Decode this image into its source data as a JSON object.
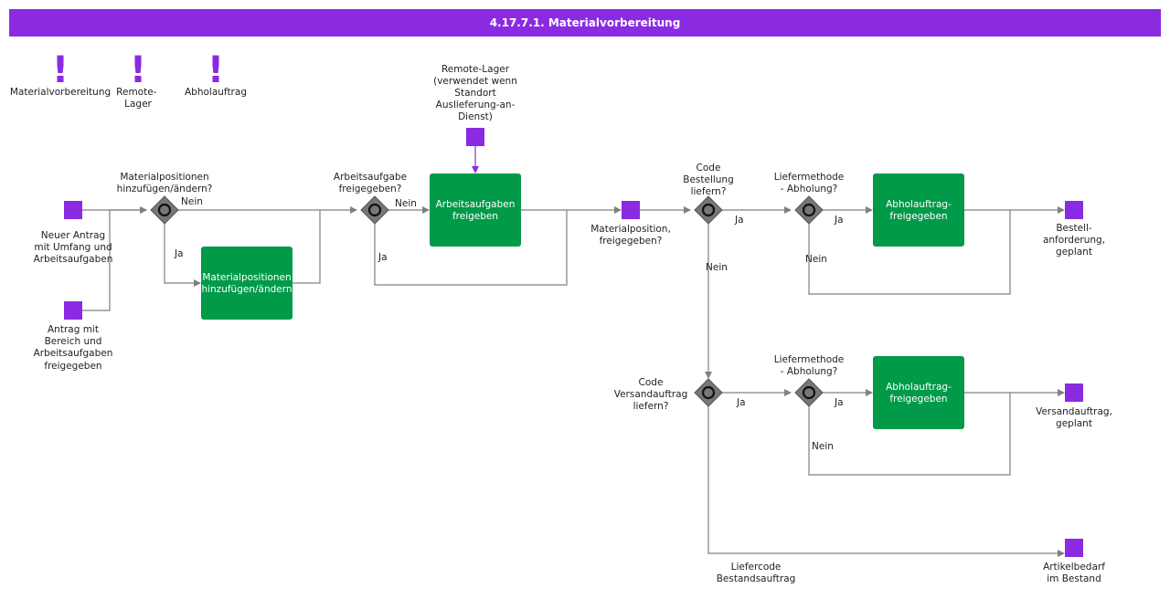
{
  "title": "4.17.7.1. Materialvorbereitung",
  "colors": {
    "accent": "#8a2be2",
    "task": "#009a49",
    "gateway": "#777777",
    "line": "#808080"
  },
  "legend": [
    {
      "icon": "exclamation-icon",
      "lines": [
        "Materialvorbereitung"
      ]
    },
    {
      "icon": "exclamation-icon",
      "lines": [
        "Remote-",
        "Lager"
      ]
    },
    {
      "icon": "exclamation-icon",
      "lines": [
        "Abholauftrag"
      ]
    }
  ],
  "events": {
    "start1": [
      "Neuer Antrag",
      "mit Umfang und",
      "Arbeitsaufgaben"
    ],
    "start2": [
      "Antrag mit",
      "Bereich und",
      "Arbeitsaufgaben",
      "freigegeben"
    ],
    "remote": [
      "Remote-Lager",
      "(verwendet wenn",
      "Standort",
      "Auslieferung-an-",
      "Dienst)"
    ],
    "matpos": [
      "Materialposition,",
      "freigegeben?"
    ],
    "end1": [
      "Bestell-",
      "anforderung,",
      "geplant"
    ],
    "end2": [
      "Versandauftrag,",
      "geplant"
    ],
    "end3": [
      "Artikelbedarf",
      "im Bestand"
    ]
  },
  "gateways": {
    "g1": [
      "Materialpositionen",
      "hinzufügen/ändern?"
    ],
    "g2": [
      "Arbeitsaufgabe",
      "freigegeben?"
    ],
    "g3": [
      "Code",
      "Bestellung",
      "liefern?"
    ],
    "g4": [
      "Liefermethode",
      "- Abholung?"
    ],
    "g5": [
      "Code",
      "Versandauftrag",
      "liefern?"
    ],
    "g6": [
      "Liefermethode",
      "- Abholung?"
    ]
  },
  "tasks": {
    "t1": [
      "Materialpositionen",
      "hinzufügen/ändern"
    ],
    "t2": [
      "Arbeitsaufgaben",
      "freigeben"
    ],
    "t3": [
      "Abholauftrag-",
      "freigegeben"
    ],
    "t4": [
      "Abholauftrag-",
      "freigegeben"
    ]
  },
  "edges": {
    "nein": "Nein",
    "ja": "Ja",
    "liefercode": [
      "Liefercode",
      "Bestandsauftrag"
    ]
  }
}
